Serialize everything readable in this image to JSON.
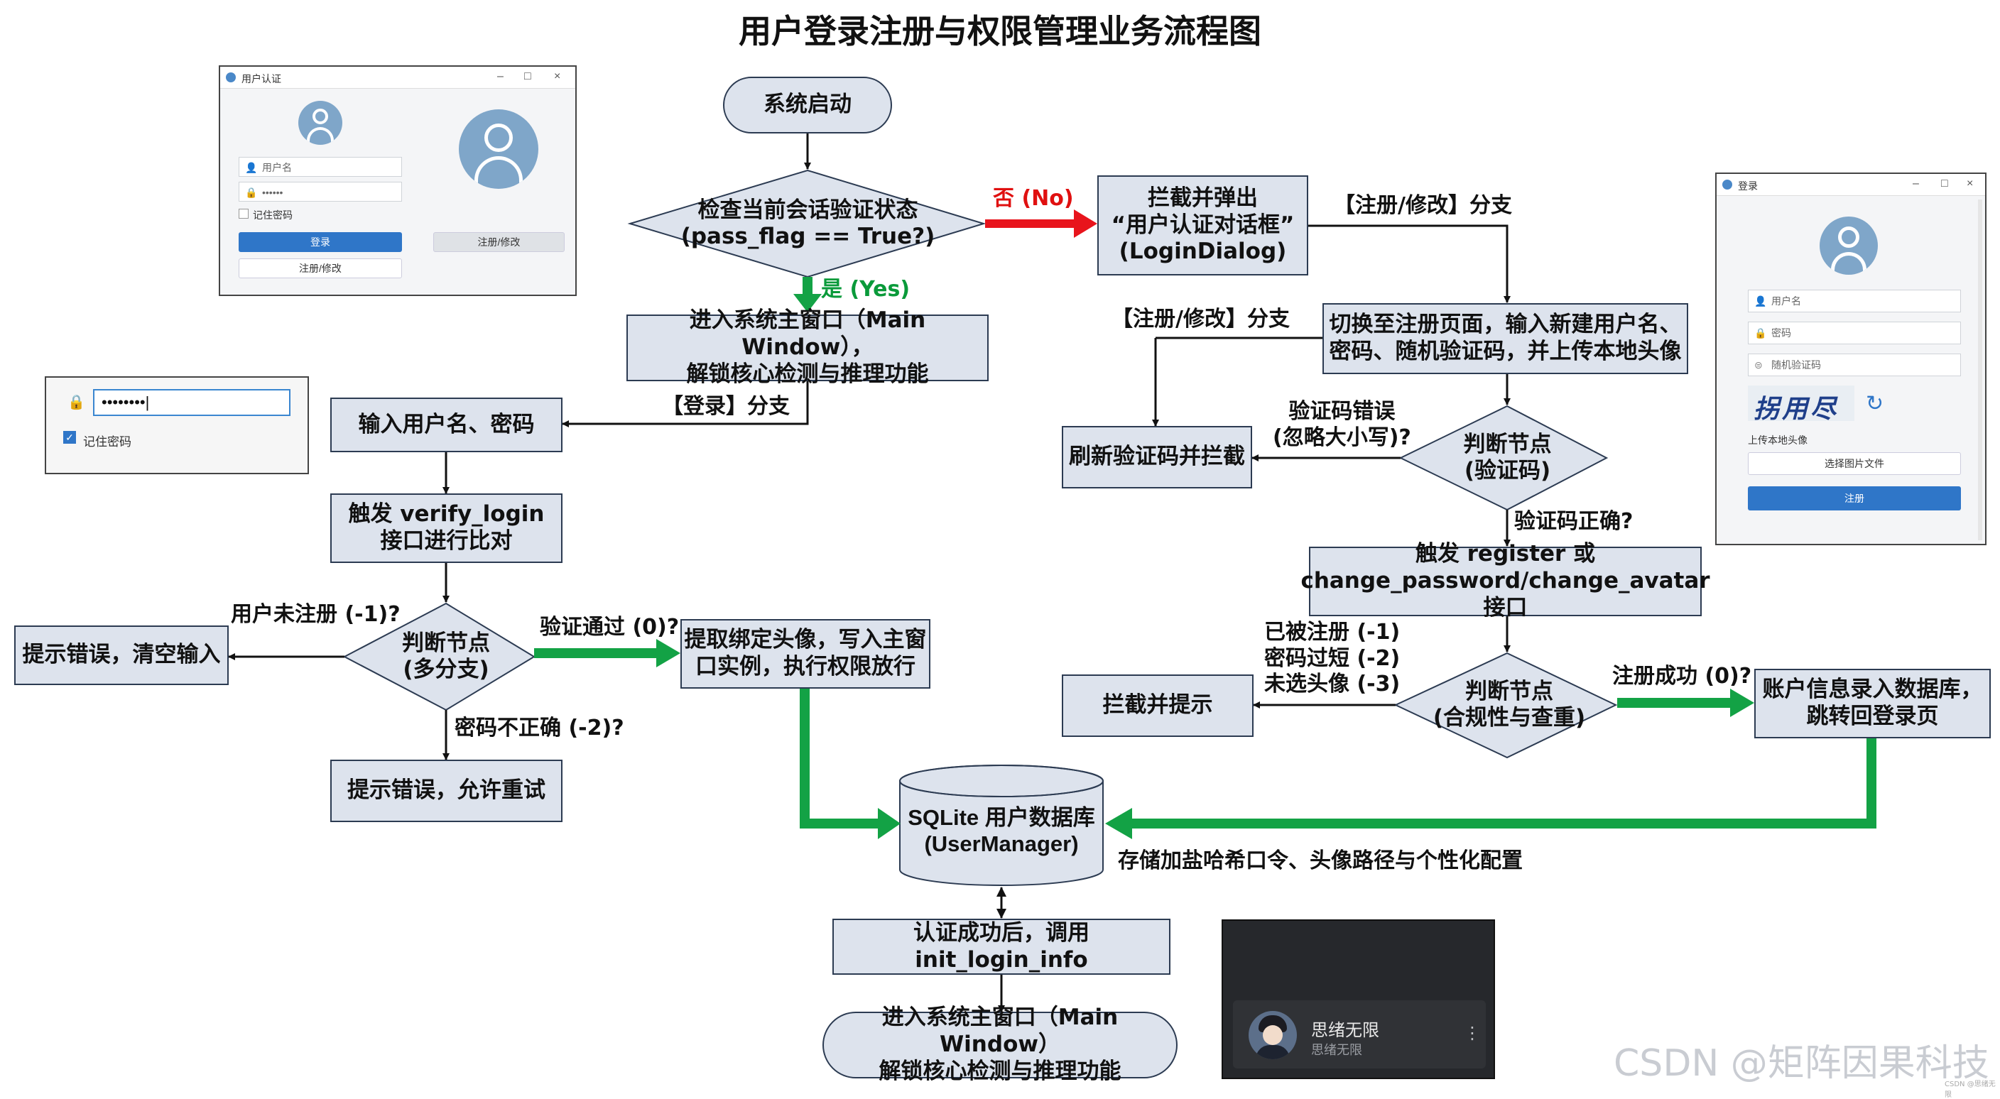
{
  "title": "用户登录注册与权限管理业务流程图",
  "nodes": {
    "start": "系统启动",
    "check_session": "检查当前会话验证状态\n(pass_flag == True?)",
    "main_window_1": "进入系统主窗口（Main Window），\n解锁核心检测与推理功能",
    "intercept_dialog": "拦截并弹出\n“用户认证对话框”\n(LoginDialog)",
    "switch_register": "切换至注册页面，输入新建用户名、\n密码、随机验证码，并上传本地头像",
    "input_credentials": "输入用户名、密码",
    "verify_login": "触发 verify_login\n接口进行比对",
    "judge_multi": "判断节点\n(多分支)",
    "error_clear": "提示错误，清空输入",
    "fetch_avatar": "提取绑定头像，写入主窗\n口实例，执行权限放行",
    "error_retry": "提示错误，允许重试",
    "refresh_captcha": "刷新验证码并拦截",
    "judge_captcha": "判断节点\n(验证码)",
    "trigger_register": "触发 register 或\nchange_password/change_avatar 接口",
    "judge_compliance": "判断节点\n(合规性与查重)",
    "intercept_prompt": "拦截并提示",
    "account_saved": "账户信息录入数据库，\n跳转回登录页",
    "database": "SQLite 用户数据库\n(UserManager)",
    "init_login": "认证成功后，调用 init_login_info",
    "main_window_2": "进入系统主窗口（Main Window）\n解锁核心检测与推理功能"
  },
  "labels": {
    "no": "否 (No)",
    "yes": "是 (Yes)",
    "register_branch_1": "【注册/修改】分支",
    "register_branch_2": "【注册/修改】分支",
    "login_branch": "【登录】分支",
    "user_unregistered": "用户未注册 (-1)?",
    "verify_pass": "验证通过 (0)?",
    "wrong_password": "密码不正确 (-2)?",
    "captcha_wrong": "验证码错误\n(忽略大小写)?",
    "captcha_right": "验证码正确?",
    "register_errors": "已被注册 (-1)\n密码过短 (-2)\n未选头像 (-3)",
    "register_success": "注册成功 (0)?",
    "db_note": "存储加盐哈希口令、头像路径与个性化配置"
  },
  "login_window": {
    "title": "用户认证",
    "username_placeholder": "用户名",
    "password_value": "••••••",
    "remember": "记住密码",
    "login_button": "登录",
    "register_button": "注册/修改",
    "register_button_right": "注册/修改"
  },
  "password_snippet": {
    "password_value": "••••••••",
    "remember": "记住密码"
  },
  "register_window": {
    "title": "登录",
    "username_placeholder": "用户名",
    "password_placeholder": "密码",
    "captcha_placeholder": "随机验证码",
    "captcha_text": "拐用尽",
    "upload_label": "上传本地头像",
    "choose_file": "选择图片文件",
    "register_button": "注册"
  },
  "profile_card": {
    "name": "思绪无限",
    "subtitle": "思绪无限",
    "menu": "⋮"
  },
  "watermark": "CSDN @矩阵因果科技",
  "watermark_small": "CSDN @思绪无限",
  "colors": {
    "node_fill": "#dde3ed",
    "node_border": "#2c3b52",
    "no_arrow": "#e8141c",
    "yes_arrow": "#13a245",
    "accent_blue": "#2f76c8"
  }
}
